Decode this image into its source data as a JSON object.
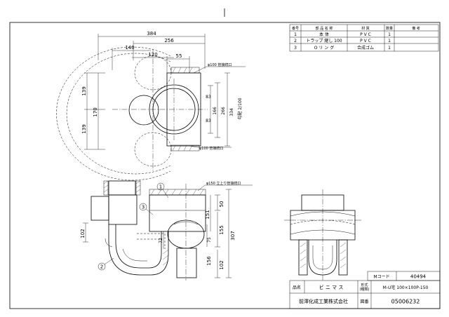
{
  "parts_table": {
    "headers": [
      "番号",
      "部 品 名 称",
      "材 質",
      "数量",
      "備 考"
    ],
    "rows": [
      {
        "no": "1",
        "name": "本 体",
        "material": "P V C",
        "qty": "1",
        "note": ""
      },
      {
        "no": "2",
        "name": "トラップ 継し 100",
        "material": "P V C",
        "qty": "1",
        "note": ""
      },
      {
        "no": "3",
        "name": "O リ ン グ",
        "material": "合成ゴム",
        "qty": "1",
        "note": ""
      }
    ]
  },
  "plan_view": {
    "dims": {
      "d384": "384",
      "d256": "256",
      "d140": "140",
      "d120": "120",
      "d55": "55",
      "d139a": "139",
      "d139b": "139",
      "d170": "170",
      "d83a": "83",
      "d83b": "83",
      "d166": "166",
      "d266": "266",
      "d334": "334"
    },
    "callout_top": "φ100 管接続口",
    "callout_bottom": "φ100 管接続口",
    "slope": "勾配 2/100"
  },
  "side_view": {
    "dims": {
      "d50": "50",
      "d151": "151",
      "d155": "155",
      "d75": "75",
      "d307": "307",
      "d156": "156",
      "d102a": "102",
      "d102b": "102",
      "d72": "72"
    },
    "callout": "φ150 立上り管接続口",
    "balloons": [
      "1",
      "2",
      "3"
    ]
  },
  "title_block": {
    "mcode_label": "Mコード",
    "mcode_value": "40494",
    "name_label": "品名",
    "name_value": "ビ ニ マ ス",
    "model_label_1": "形式",
    "model_label_2": "(種類)",
    "model_value": "M-U宅 100×100P-150",
    "company": "前澤化成工業株式会社",
    "drawing_no_label": "図番",
    "drawing_no_value": "05006232"
  }
}
